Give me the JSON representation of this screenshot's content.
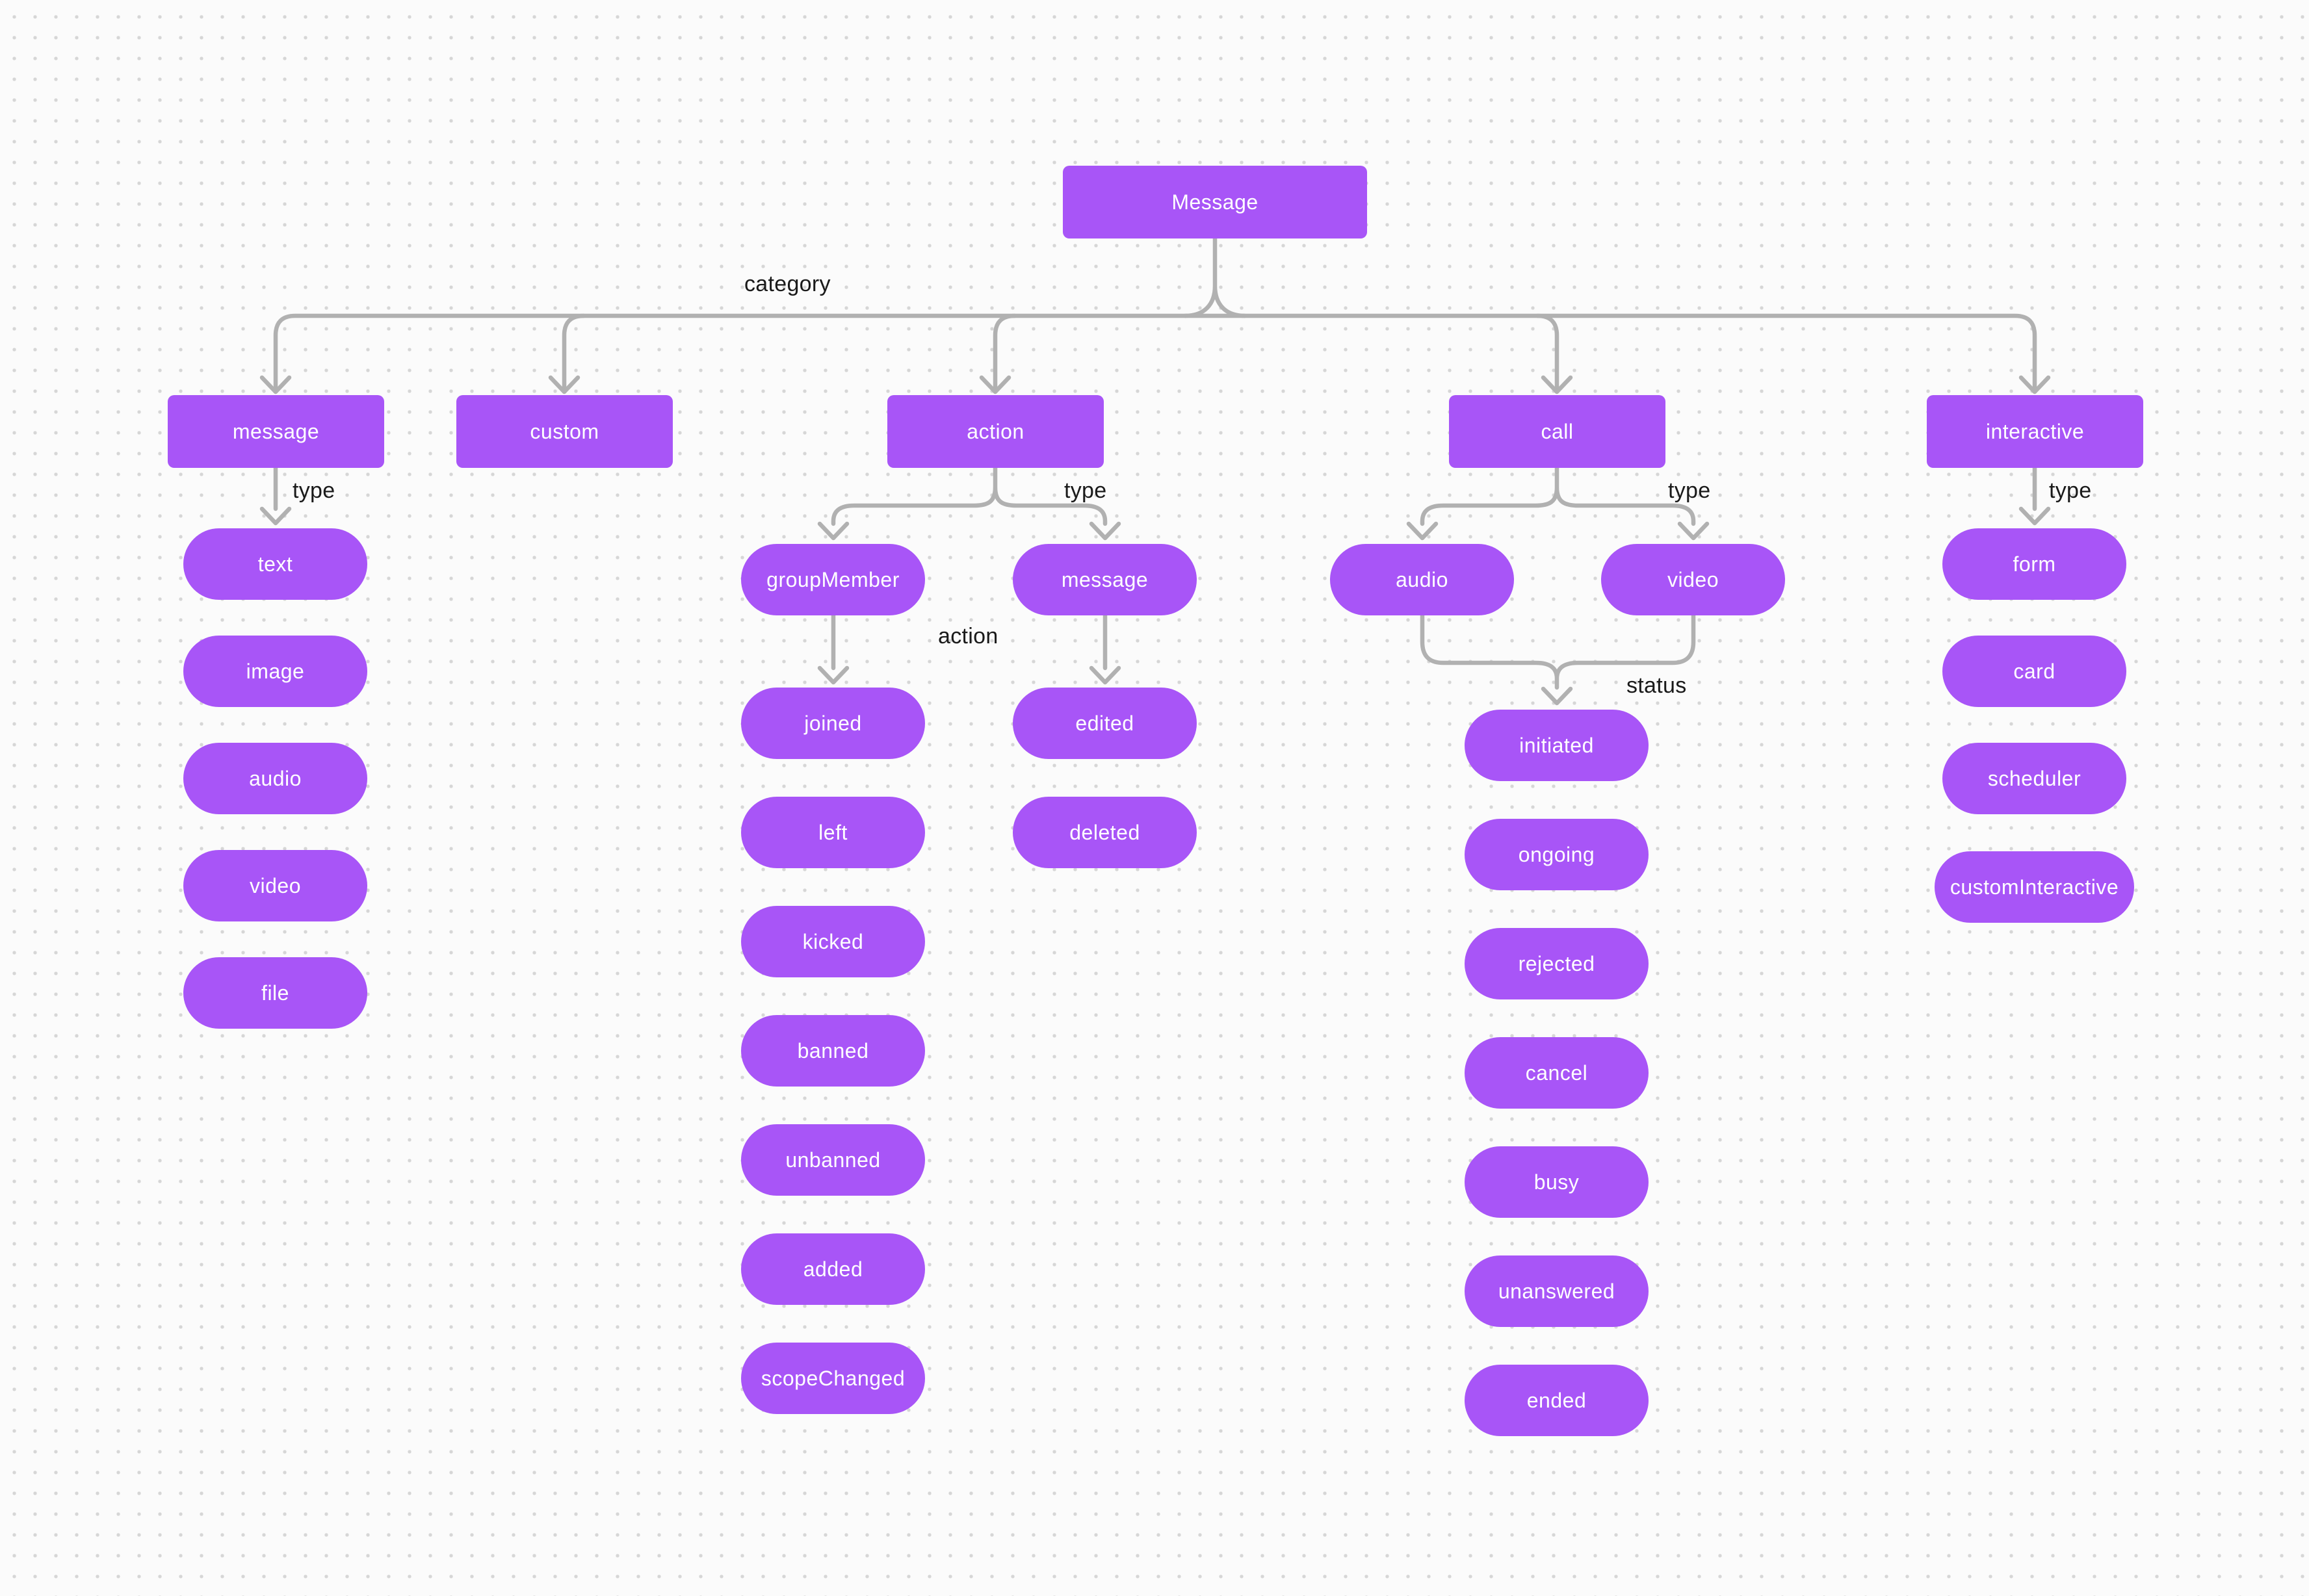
{
  "diagram": {
    "root": {
      "label": "Message"
    },
    "edge_labels": {
      "category": "category",
      "message_type": "type",
      "action_type": "type",
      "action_action": "action",
      "call_type": "type",
      "call_status": "status",
      "interactive_type": "type"
    },
    "categories": {
      "message": {
        "label": "message",
        "types": [
          "text",
          "image",
          "audio",
          "video",
          "file"
        ]
      },
      "custom": {
        "label": "custom"
      },
      "action": {
        "label": "action",
        "group_member": {
          "label": "groupMember",
          "actions": [
            "joined",
            "left",
            "kicked",
            "banned",
            "unbanned",
            "added",
            "scopeChanged"
          ]
        },
        "message": {
          "label": "message",
          "actions": [
            "edited",
            "deleted"
          ]
        }
      },
      "call": {
        "label": "call",
        "types": [
          "audio",
          "video"
        ],
        "statuses": [
          "initiated",
          "ongoing",
          "rejected",
          "cancel",
          "busy",
          "unanswered",
          "ended"
        ]
      },
      "interactive": {
        "label": "interactive",
        "types": [
          "form",
          "card",
          "scheduler",
          "customInteractive"
        ]
      }
    },
    "colors": {
      "node_fill": "#A855F7",
      "node_text": "#FFFFFF",
      "connector": "#B1B1B1",
      "label_text": "#1A1A1A",
      "background": "#FBFBFB",
      "grid_dot": "#D6D6D6"
    }
  }
}
